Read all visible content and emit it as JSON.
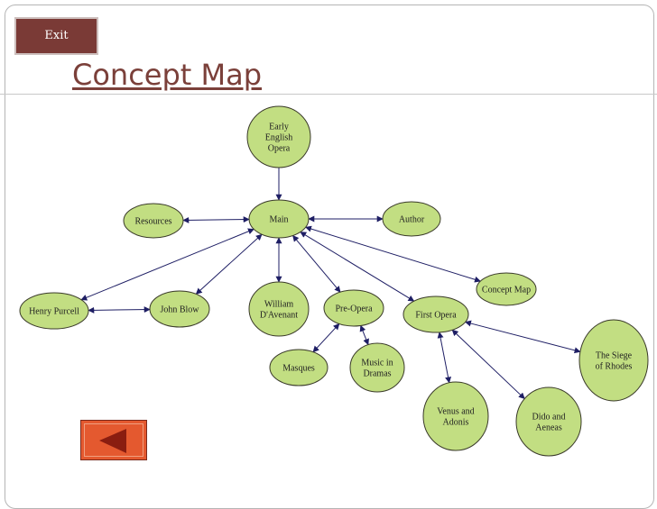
{
  "exit_label": "Exit",
  "title": "Concept Map",
  "colors": {
    "node_fill": "#c2de82",
    "title_color": "#7b403a",
    "exit_bg": "#7a3a36",
    "back_bg": "#e4592f",
    "edge_color": "#1e1e64"
  },
  "nodes": [
    {
      "id": "early",
      "lines": [
        "Early",
        "English",
        "Opera"
      ]
    },
    {
      "id": "main",
      "lines": [
        "Main"
      ]
    },
    {
      "id": "resources",
      "lines": [
        "Resources"
      ]
    },
    {
      "id": "author",
      "lines": [
        "Author"
      ]
    },
    {
      "id": "purcell",
      "lines": [
        "Henry Purcell"
      ]
    },
    {
      "id": "blow",
      "lines": [
        "John Blow"
      ]
    },
    {
      "id": "davenant",
      "lines": [
        "William",
        "D'Avenant"
      ]
    },
    {
      "id": "preopera",
      "lines": [
        "Pre-Opera"
      ]
    },
    {
      "id": "firstopera",
      "lines": [
        "First Opera"
      ]
    },
    {
      "id": "conceptmap",
      "lines": [
        "Concept Map"
      ]
    },
    {
      "id": "masques",
      "lines": [
        "Masques"
      ]
    },
    {
      "id": "musicdramas",
      "lines": [
        "Music in",
        "Dramas"
      ]
    },
    {
      "id": "venus",
      "lines": [
        "Venus and",
        "Adonis"
      ]
    },
    {
      "id": "dido",
      "lines": [
        "Dido and",
        "Aeneas"
      ]
    },
    {
      "id": "siege",
      "lines": [
        "The Siege",
        "of Rhodes"
      ]
    }
  ],
  "back_icon": "left-triangle-icon"
}
